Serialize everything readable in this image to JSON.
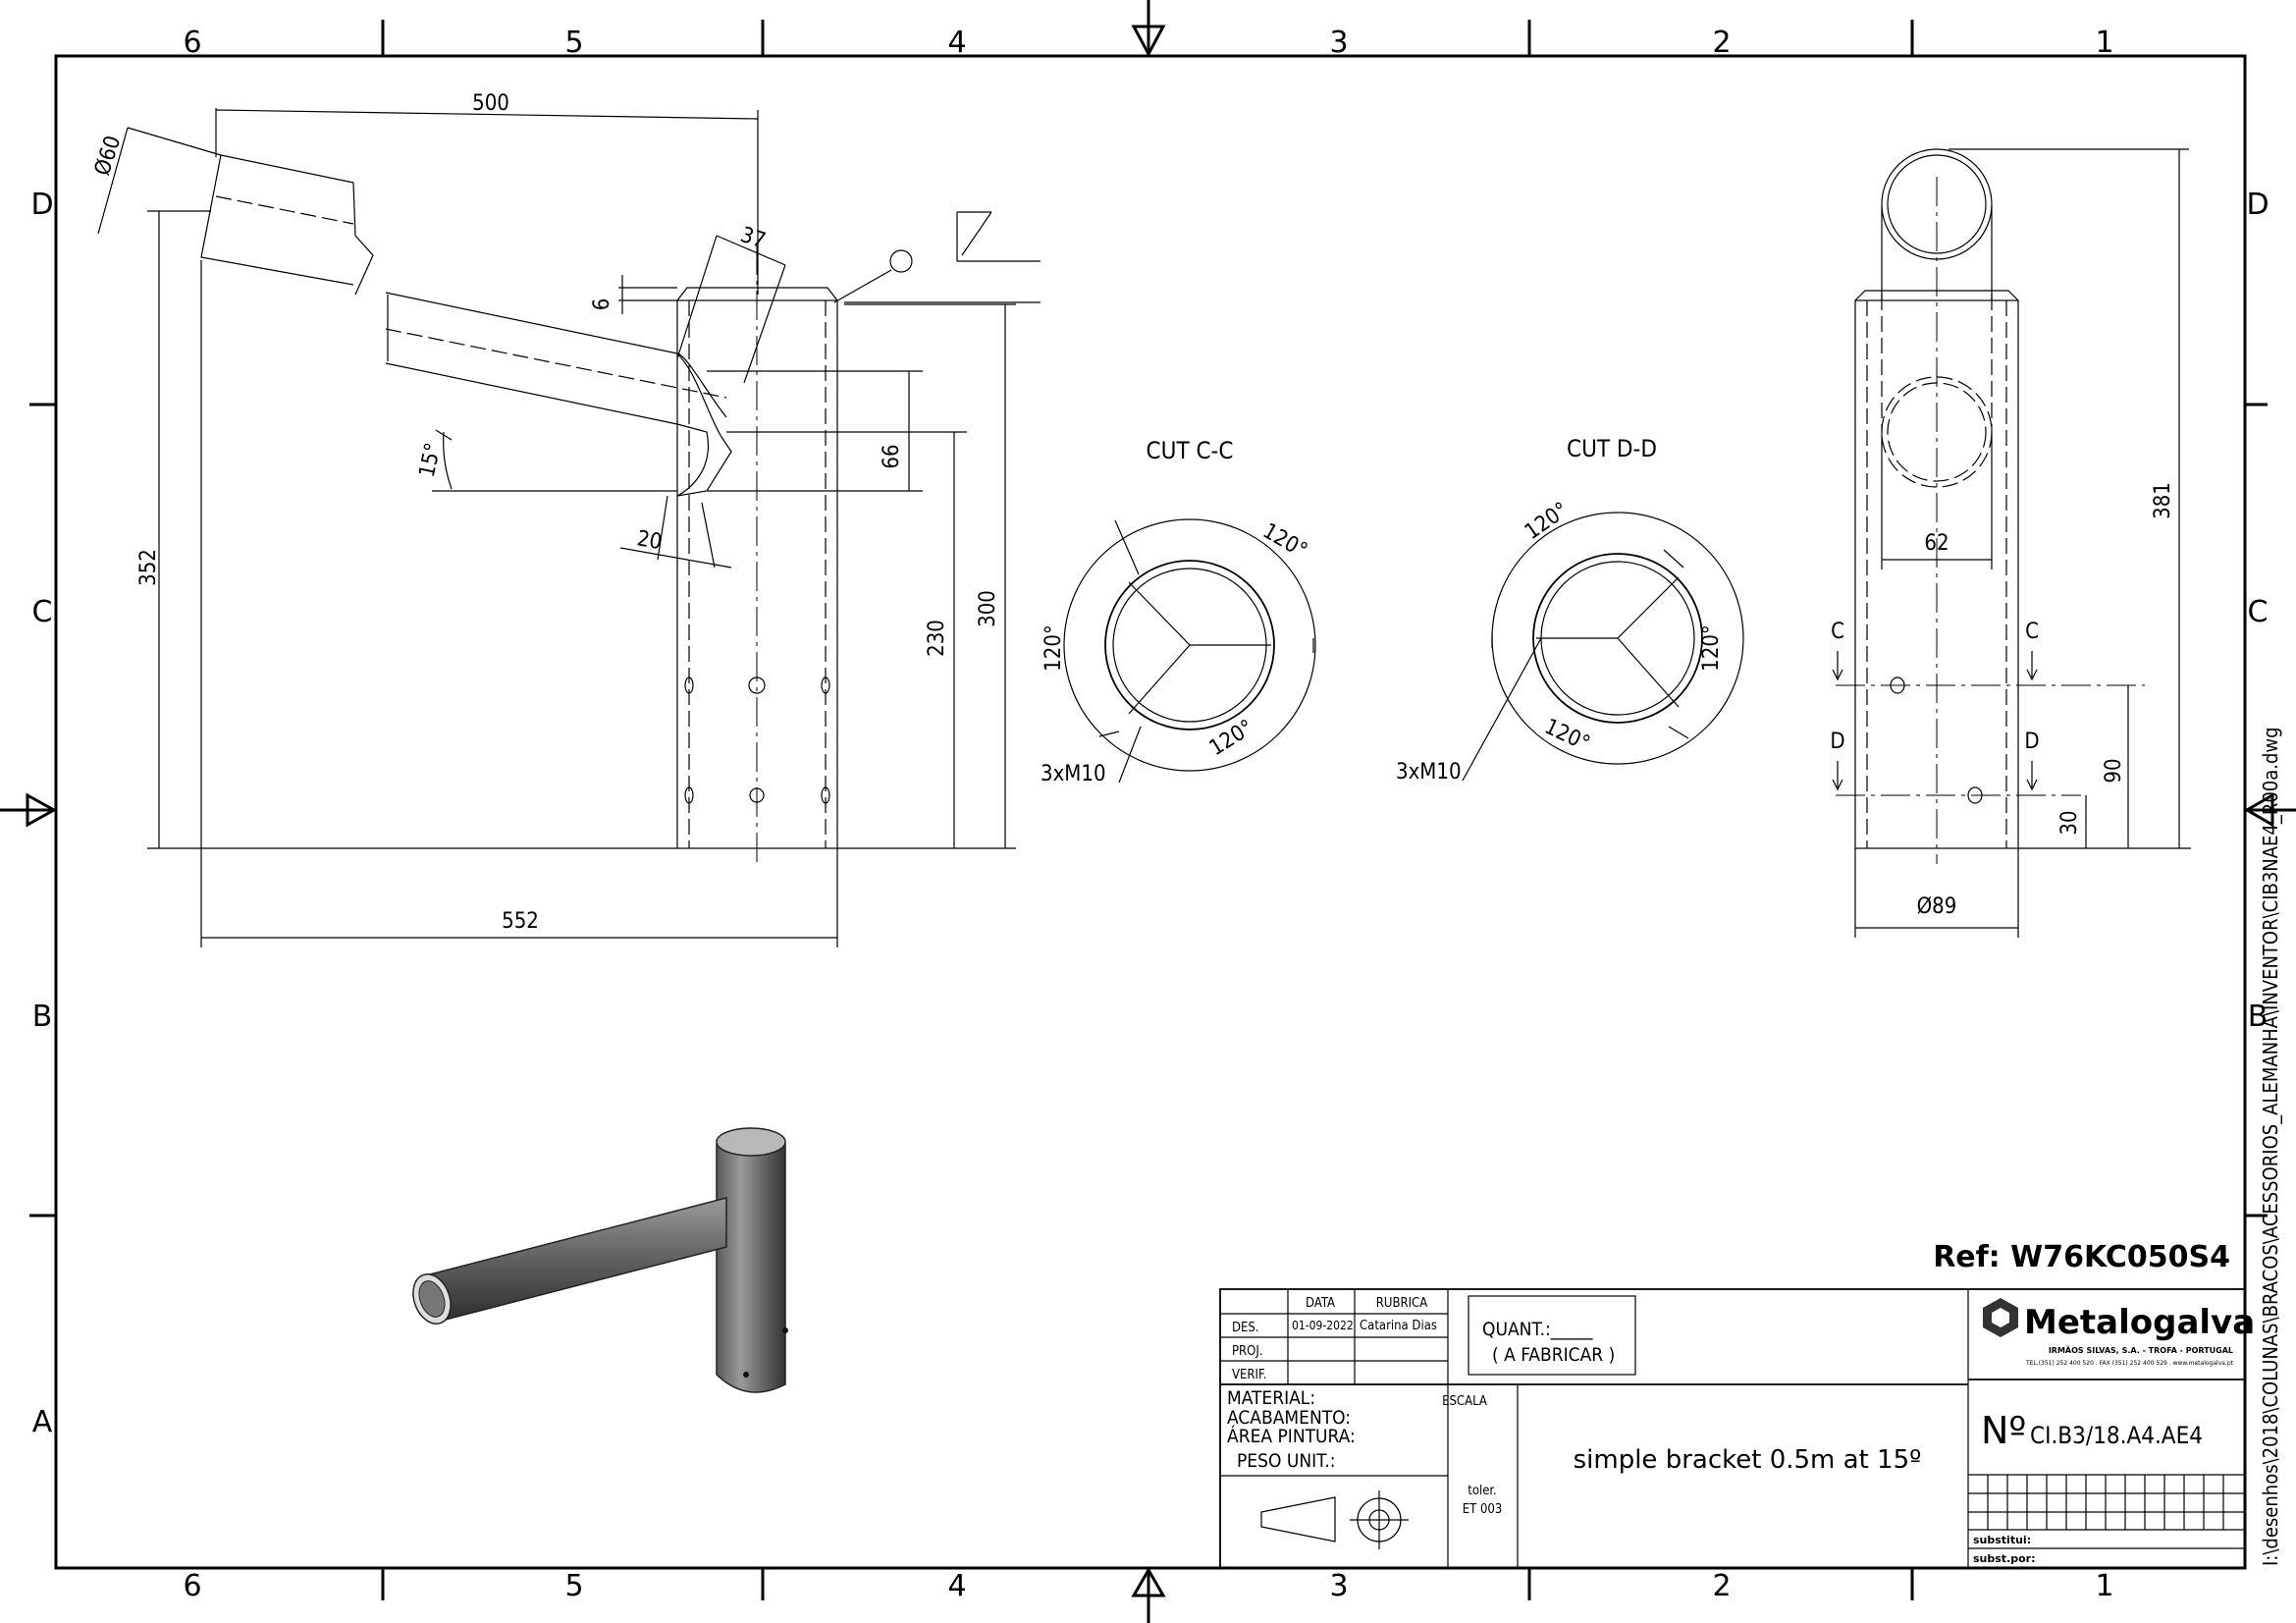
{
  "border": {
    "columns": [
      "6",
      "5",
      "4",
      "3",
      "2",
      "1"
    ],
    "rows": [
      "D",
      "C",
      "B",
      "A"
    ]
  },
  "dimensions": {
    "d500": "500",
    "d60": "Ø60",
    "d37": "37",
    "d6": "6",
    "d15": "15°",
    "d66": "66",
    "d20": "20",
    "d352": "352",
    "d230": "230",
    "d300": "300",
    "d552": "552",
    "d381": "381",
    "d62": "62",
    "d90": "90",
    "d30": "30",
    "d89": "Ø89"
  },
  "cuts": {
    "cc": {
      "title": "CUT C-C",
      "a1": "120°",
      "a2": "120°",
      "a3": "120°",
      "holes": "3xM10"
    },
    "dd": {
      "title": "CUT D-D",
      "a1": "120°",
      "a2": "120°",
      "a3": "120°",
      "holes": "3xM10"
    }
  },
  "section_marks": {
    "c": "C",
    "d": "D"
  },
  "reference": "Ref: W76KC050S4",
  "path_text": "I:\\desenhos\\2018\\COLUNAS\\BRACOS\\ACESSORIOS_ALEMANHA\\INVENTOR\\CIB3NAE4_R00a.dwg",
  "title_block": {
    "hdr_data": "DATA",
    "hdr_rubrica": "RUBRICA",
    "row_des": "DES.",
    "row_proj": "PROJ.",
    "row_verif": "VERIF.",
    "des_date": "01-09-2022",
    "des_name": "Catarina Dias",
    "quant": "QUANT.:_____",
    "a_fabricar": "( A FABRICAR )",
    "material": "MATERIAL:",
    "acabamento": "ACABAMENTO:",
    "area_pintura": "ÁREA PINTURA:",
    "peso_unit": "PESO UNIT.:",
    "escala": "ESCALA",
    "toler": "toler.",
    "et": "ET 003",
    "description": "simple bracket 0.5m at 15º",
    "number_prefix": "Nº",
    "number": "CI.B3/18.A4.AE4",
    "substitui": "substitui:",
    "subst_por": "subst.por:",
    "company": "Metalogalva",
    "company_sub": "IRMÃOS SILVAS, S.A. - TROFA - PORTUGAL",
    "company_contact": "TEL.(351) 252 400 520 . FAX (351) 252 400 529 . www.metalogalva.pt"
  }
}
